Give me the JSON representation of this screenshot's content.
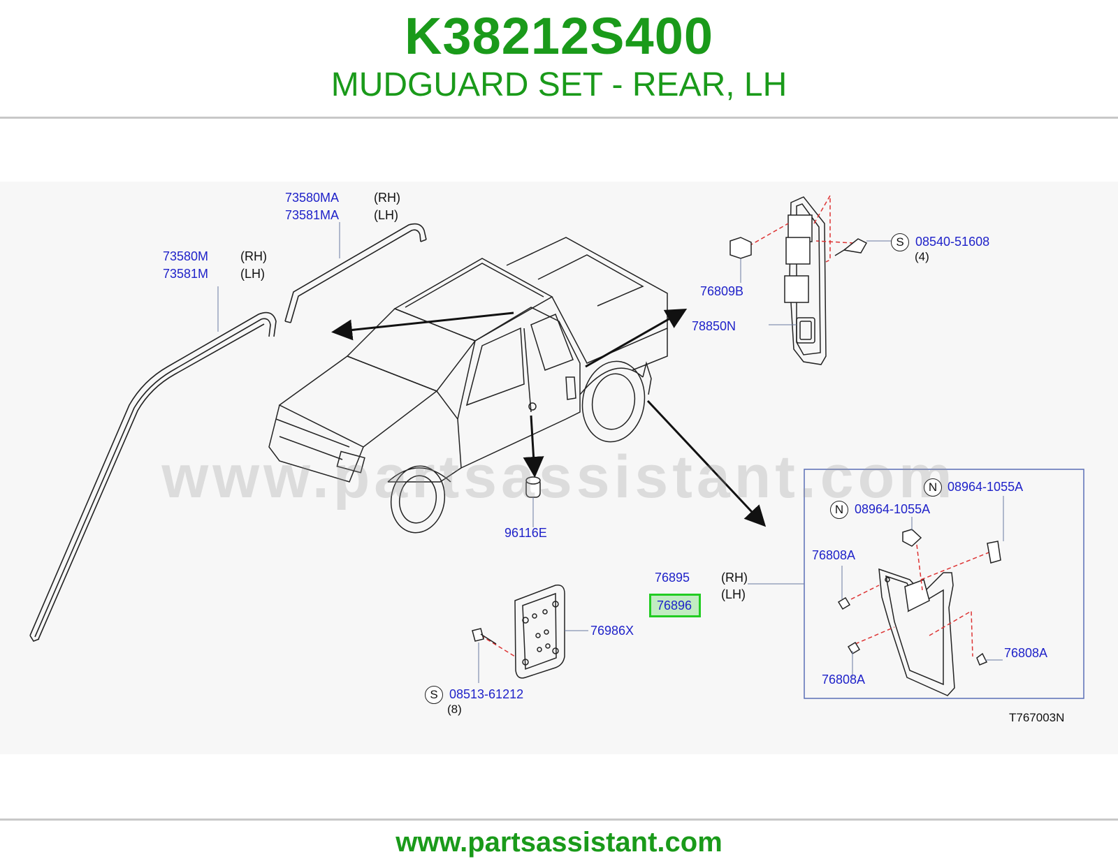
{
  "header": {
    "part_number": "K38212S400",
    "description": "MUDGUARD SET - REAR, LH"
  },
  "watermark": "www.partsassistant.com",
  "footer": {
    "url": "www.partsassistant.com"
  },
  "diagram": {
    "reference": "T767003N",
    "labels": {
      "strip_upper_rh": "73580MA",
      "strip_upper_lh": "73581MA",
      "strip_lower_rh": "73580M",
      "strip_lower_lh": "73581M",
      "side_rh": "(RH)",
      "side_lh": "(LH)",
      "clip_76809b": "76809B",
      "pad_78850n": "78850N",
      "screw_s_top": "08540-51608",
      "screw_s_top_qty": "(4)",
      "grommet": "96116E",
      "mudguard_rh": "76895",
      "mudguard_lh": "76896",
      "plate": "76986X",
      "screw_s_bottom": "08513-61212",
      "screw_s_bottom_qty": "(8)",
      "nut_n_1": "08964-1055A",
      "nut_n_2": "08964-1055A",
      "screw_76808a_1": "76808A",
      "screw_76808a_2": "76808A",
      "screw_76808a_3": "76808A",
      "symbol_s": "S",
      "symbol_n": "N"
    },
    "colors": {
      "brand_green": "#1a9a1a",
      "label_blue": "#1f22c9",
      "highlight_green": "#22cc22"
    }
  }
}
